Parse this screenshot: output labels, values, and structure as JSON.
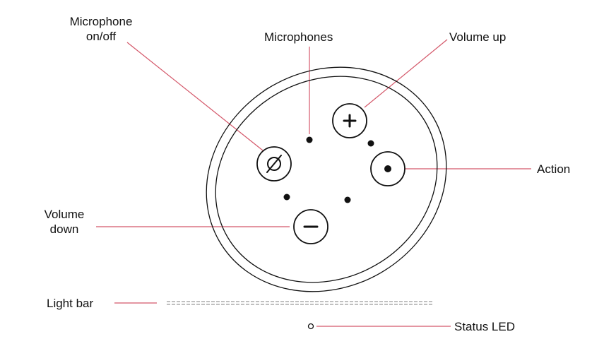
{
  "labels": {
    "mic_onoff": [
      "Microphone",
      "on/off"
    ],
    "microphones": "Microphones",
    "volume_up": "Volume up",
    "action": "Action",
    "volume_down": [
      "Volume",
      "down"
    ],
    "light_bar": "Light bar",
    "status_led": "Status LED"
  },
  "colors": {
    "leader_line": "#d4586a",
    "outline": "#111111",
    "light_bar": "#9a9a9a"
  },
  "icons": {
    "mic_onoff": "mic-off-icon",
    "volume_up": "plus-icon",
    "action": "dot-icon",
    "volume_down": "minus-icon"
  }
}
